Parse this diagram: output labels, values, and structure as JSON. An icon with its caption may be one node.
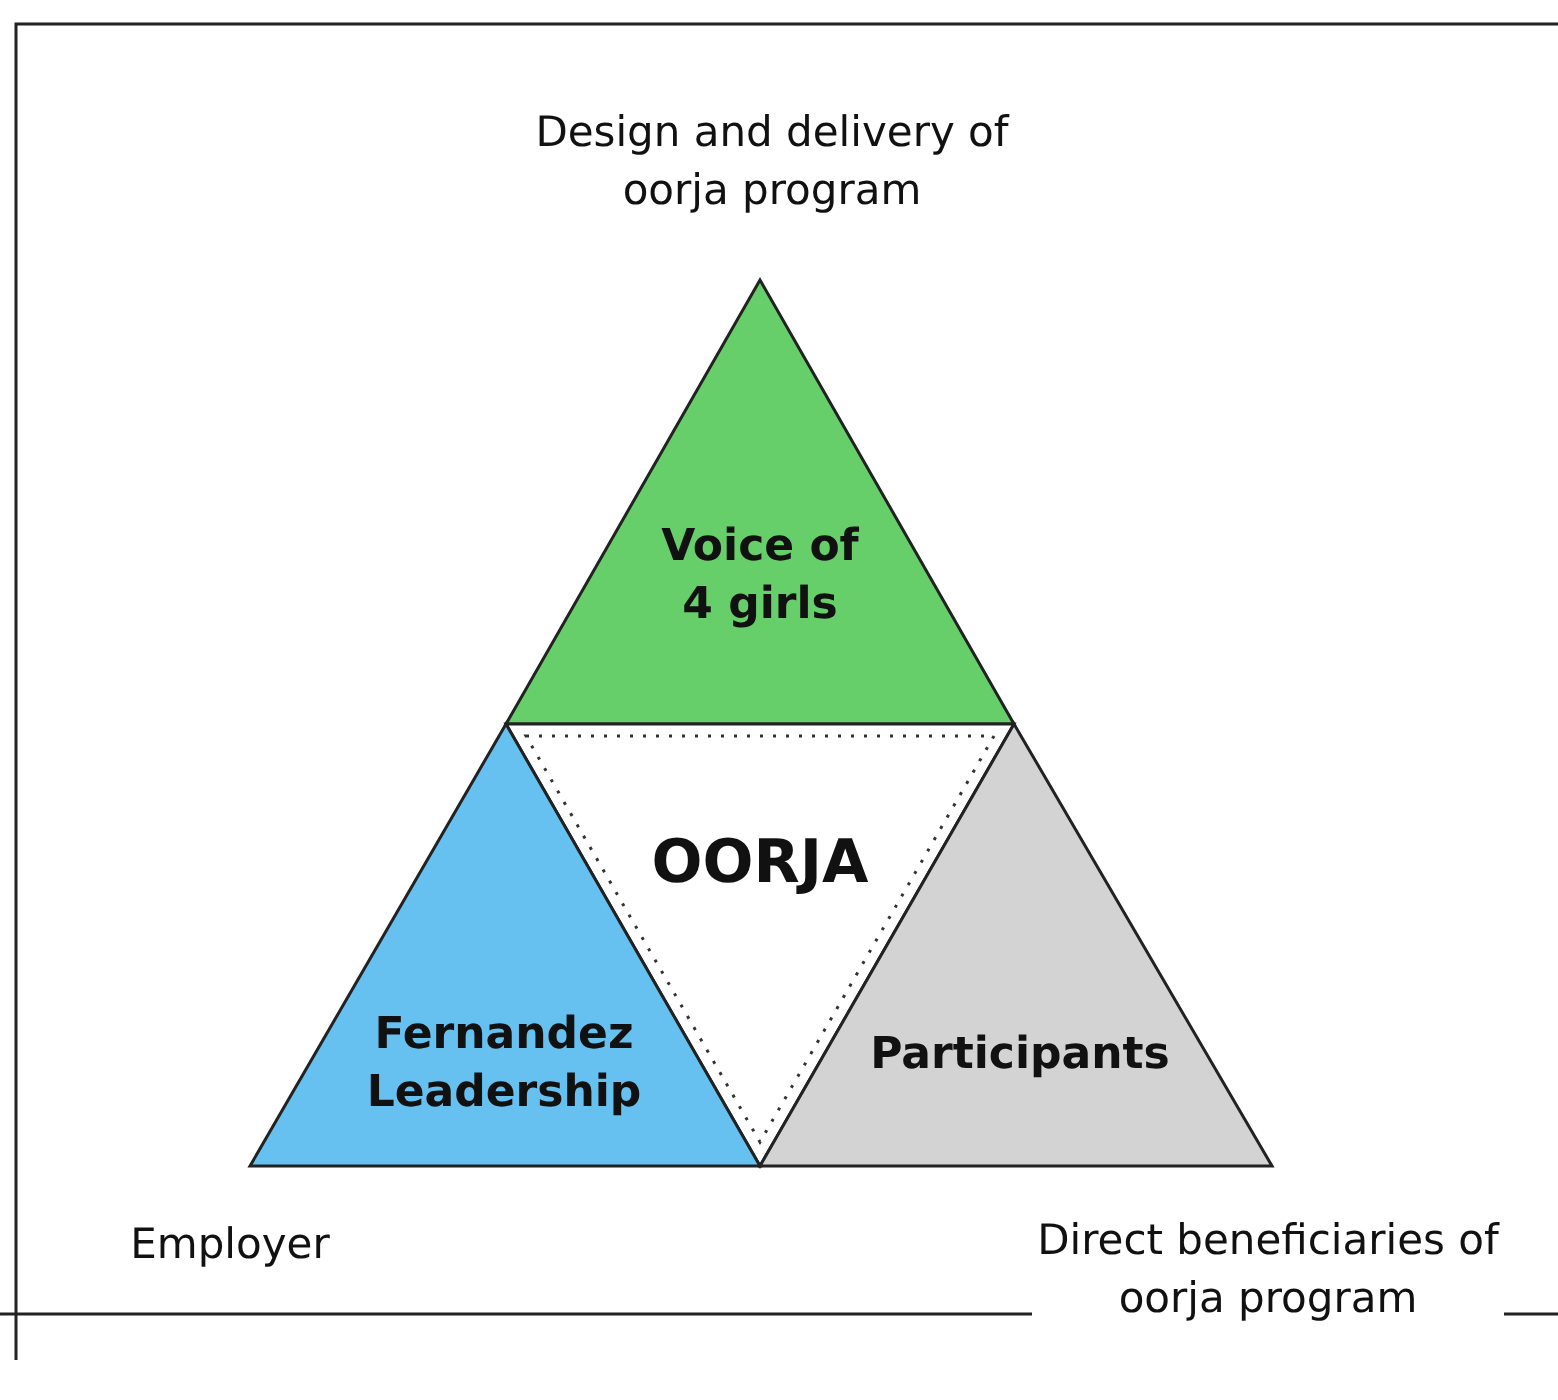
{
  "diagram": {
    "nodes": [
      {
        "text": [
          "Voice of 4 girls"
        ],
        "beside": [
          "Design and delivery of oorja program"
        ]
      },
      {
        "text": [
          "OORJA"
        ]
      },
      {
        "text": [
          "Fernandez Leadership"
        ],
        "beside": [
          "Employer"
        ]
      },
      {
        "text": [
          "Participants"
        ],
        "beside": [
          "Direct beneficiaries of oorja program"
        ]
      }
    ]
  }
}
